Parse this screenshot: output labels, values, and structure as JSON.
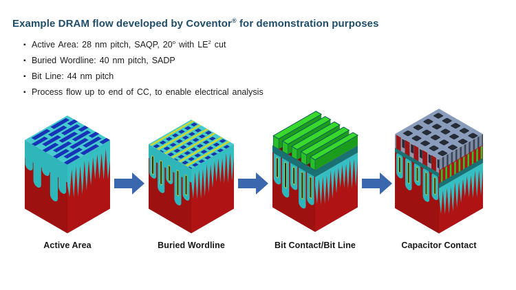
{
  "slide": {
    "title": {
      "segments": [
        {
          "text": "Example DRAM flow developed by Coventor"
        },
        {
          "text": "®",
          "sup": true
        },
        {
          "text": " for demonstration purposes"
        }
      ]
    },
    "bullets": [
      {
        "segments": [
          {
            "text": "Active Area: 28 nm pitch, SAQP, 20"
          },
          {
            "text": "o",
            "sup": true
          },
          {
            "text": " with LE"
          },
          {
            "text": "2",
            "sup": true
          },
          {
            "text": " cut"
          }
        ]
      },
      {
        "segments": [
          {
            "text": "Buried Wordline: 40 nm pitch, SADP"
          }
        ]
      },
      {
        "segments": [
          {
            "text": "Bit Line: 44 nm pitch"
          }
        ]
      },
      {
        "segments": [
          {
            "text": "Process flow up to end of CC, to enable electrical analysis"
          }
        ]
      }
    ]
  },
  "figures": [
    {
      "label": "Active Area"
    },
    {
      "label": "Buried Wordline"
    },
    {
      "label": "Bit Contact/Bit Line"
    },
    {
      "label": "Capacitor Contact"
    }
  ],
  "icons": {
    "flow_arrow": "right-block-arrow"
  },
  "colors": {
    "title": "#1e4d6b",
    "text": "#1c1c1c",
    "arrow": "#3a67ad",
    "cyan_top": "#45cbce",
    "cyan_left": "#2fb6ba",
    "cyan_right": "#35bfc3",
    "blue_bar": "#1733b8",
    "red_left": "#9e1111",
    "red_right": "#b01313",
    "stripe_yellow": "#cbd92e",
    "slot_dark": "#2e2e18",
    "slot_outline": "#c8d832",
    "teal_band": "#1a7173",
    "fin_floor": "#6e0e0e",
    "green_fin_top": "#38d82c",
    "green_fin_side": "#1c9c1c",
    "green_fin_end": "#2abe2a",
    "slate_top": "#8a9cbc",
    "slate_band": "#8e99af",
    "slate_bar": "#7c8aa4",
    "dark_band": "#3a4354",
    "hole_dark": "#272d36",
    "red_bar": "#9a1616",
    "green_bar": "#2ec22e",
    "background": "#ffffff"
  }
}
